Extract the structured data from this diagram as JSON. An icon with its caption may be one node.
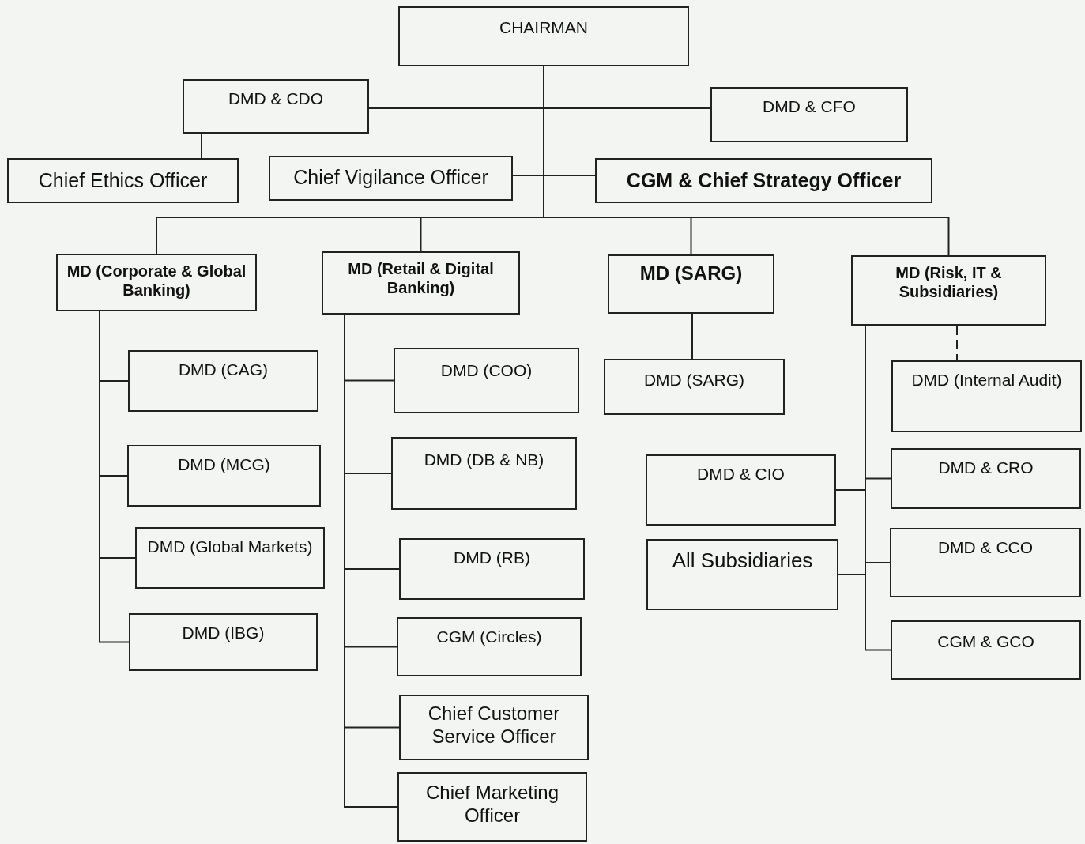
{
  "diagram": {
    "nodes": [
      {
        "text": [
          "CHAIRMAN"
        ]
      },
      {
        "text": [
          "DMD & CDO"
        ]
      },
      {
        "text": [
          "DMD & CFO"
        ]
      },
      {
        "text": [
          "Chief Ethics Officer"
        ]
      },
      {
        "text": [
          "Chief Vigilance Officer"
        ]
      },
      {
        "text": [
          "CGM & Chief Strategy Officer"
        ]
      },
      {
        "text": [
          "MD (Corporate & Global Banking)"
        ]
      },
      {
        "text": [
          "MD (Retail & Digital Banking)"
        ]
      },
      {
        "text": [
          "MD (SARG)"
        ]
      },
      {
        "text": [
          "MD (Risk, IT & Subsidiaries)"
        ]
      },
      {
        "text": [
          "DMD (CAG)"
        ]
      },
      {
        "text": [
          "DMD (COO)"
        ]
      },
      {
        "text": [
          "DMD (SARG)"
        ]
      },
      {
        "text": [
          "DMD (Internal Audit)"
        ]
      },
      {
        "text": [
          "DMD (MCG)"
        ]
      },
      {
        "text": [
          "DMD (DB & NB)"
        ]
      },
      {
        "text": [
          "DMD & CIO"
        ]
      },
      {
        "text": [
          "DMD & CRO"
        ]
      },
      {
        "text": [
          "DMD (Global Markets)"
        ]
      },
      {
        "text": [
          "DMD (RB)"
        ]
      },
      {
        "text": [
          "All Subsidiaries"
        ]
      },
      {
        "text": [
          "DMD & CCO"
        ]
      },
      {
        "text": [
          "DMD (IBG)"
        ]
      },
      {
        "text": [
          "CGM (Circles)"
        ]
      },
      {
        "text": [
          "CGM & GCO"
        ]
      },
      {
        "text": [
          "Chief Customer Service Officer"
        ]
      },
      {
        "text": [
          "Chief Marketing Officer"
        ]
      }
    ],
    "edges": [
      {
        "from": 0,
        "to": 1,
        "arrow": "none"
      },
      {
        "from": 0,
        "to": 2,
        "arrow": "none"
      },
      {
        "from": 1,
        "to": 3,
        "arrow": "none"
      },
      {
        "from": 0,
        "to": 4,
        "arrow": "none"
      },
      {
        "from": 0,
        "to": 5,
        "arrow": "none"
      },
      {
        "from": 0,
        "to": 6,
        "arrow": "none"
      },
      {
        "from": 0,
        "to": 7,
        "arrow": "none"
      },
      {
        "from": 0,
        "to": 8,
        "arrow": "none"
      },
      {
        "from": 0,
        "to": 9,
        "arrow": "none"
      },
      {
        "from": 6,
        "to": 10,
        "arrow": "none"
      },
      {
        "from": 6,
        "to": 14,
        "arrow": "none"
      },
      {
        "from": 6,
        "to": 18,
        "arrow": "none"
      },
      {
        "from": 6,
        "to": 22,
        "arrow": "none"
      },
      {
        "from": 7,
        "to": 11,
        "arrow": "none"
      },
      {
        "from": 7,
        "to": 15,
        "arrow": "none"
      },
      {
        "from": 7,
        "to": 19,
        "arrow": "none"
      },
      {
        "from": 7,
        "to": 23,
        "arrow": "none"
      },
      {
        "from": 7,
        "to": 25,
        "arrow": "none"
      },
      {
        "from": 7,
        "to": 26,
        "arrow": "none"
      },
      {
        "from": 8,
        "to": 12,
        "arrow": "none"
      },
      {
        "from": 9,
        "to": 13,
        "arrow": "none",
        "style": "dashed"
      },
      {
        "from": 9,
        "to": 16,
        "arrow": "none"
      },
      {
        "from": 9,
        "to": 17,
        "arrow": "none"
      },
      {
        "from": 9,
        "to": 20,
        "arrow": "none"
      },
      {
        "from": 9,
        "to": 21,
        "arrow": "none"
      },
      {
        "from": 9,
        "to": 24,
        "arrow": "none"
      }
    ]
  }
}
